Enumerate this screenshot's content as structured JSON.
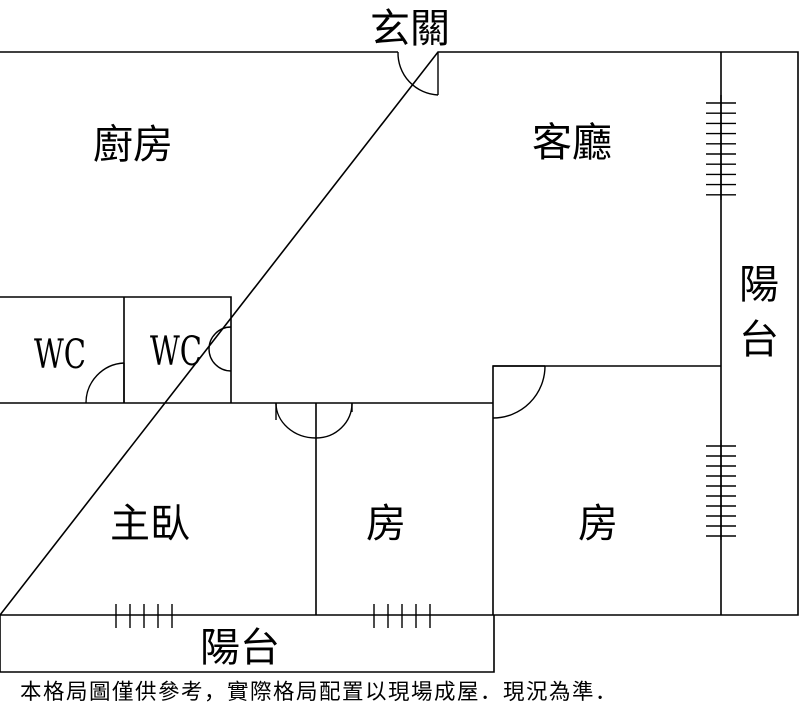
{
  "labels": {
    "entrance": "玄關",
    "kitchen": "廚房",
    "living_room": "客廳",
    "balcony_right": "陽台",
    "wc_left": "WC",
    "wc_right": "WC",
    "master_bedroom": "主臥",
    "bedroom_middle": "房",
    "bedroom_right": "房",
    "balcony_bottom": "陽台"
  },
  "disclaimer": "本格局圖僅供參考，實際格局配置以現場成屋．現況為準．"
}
